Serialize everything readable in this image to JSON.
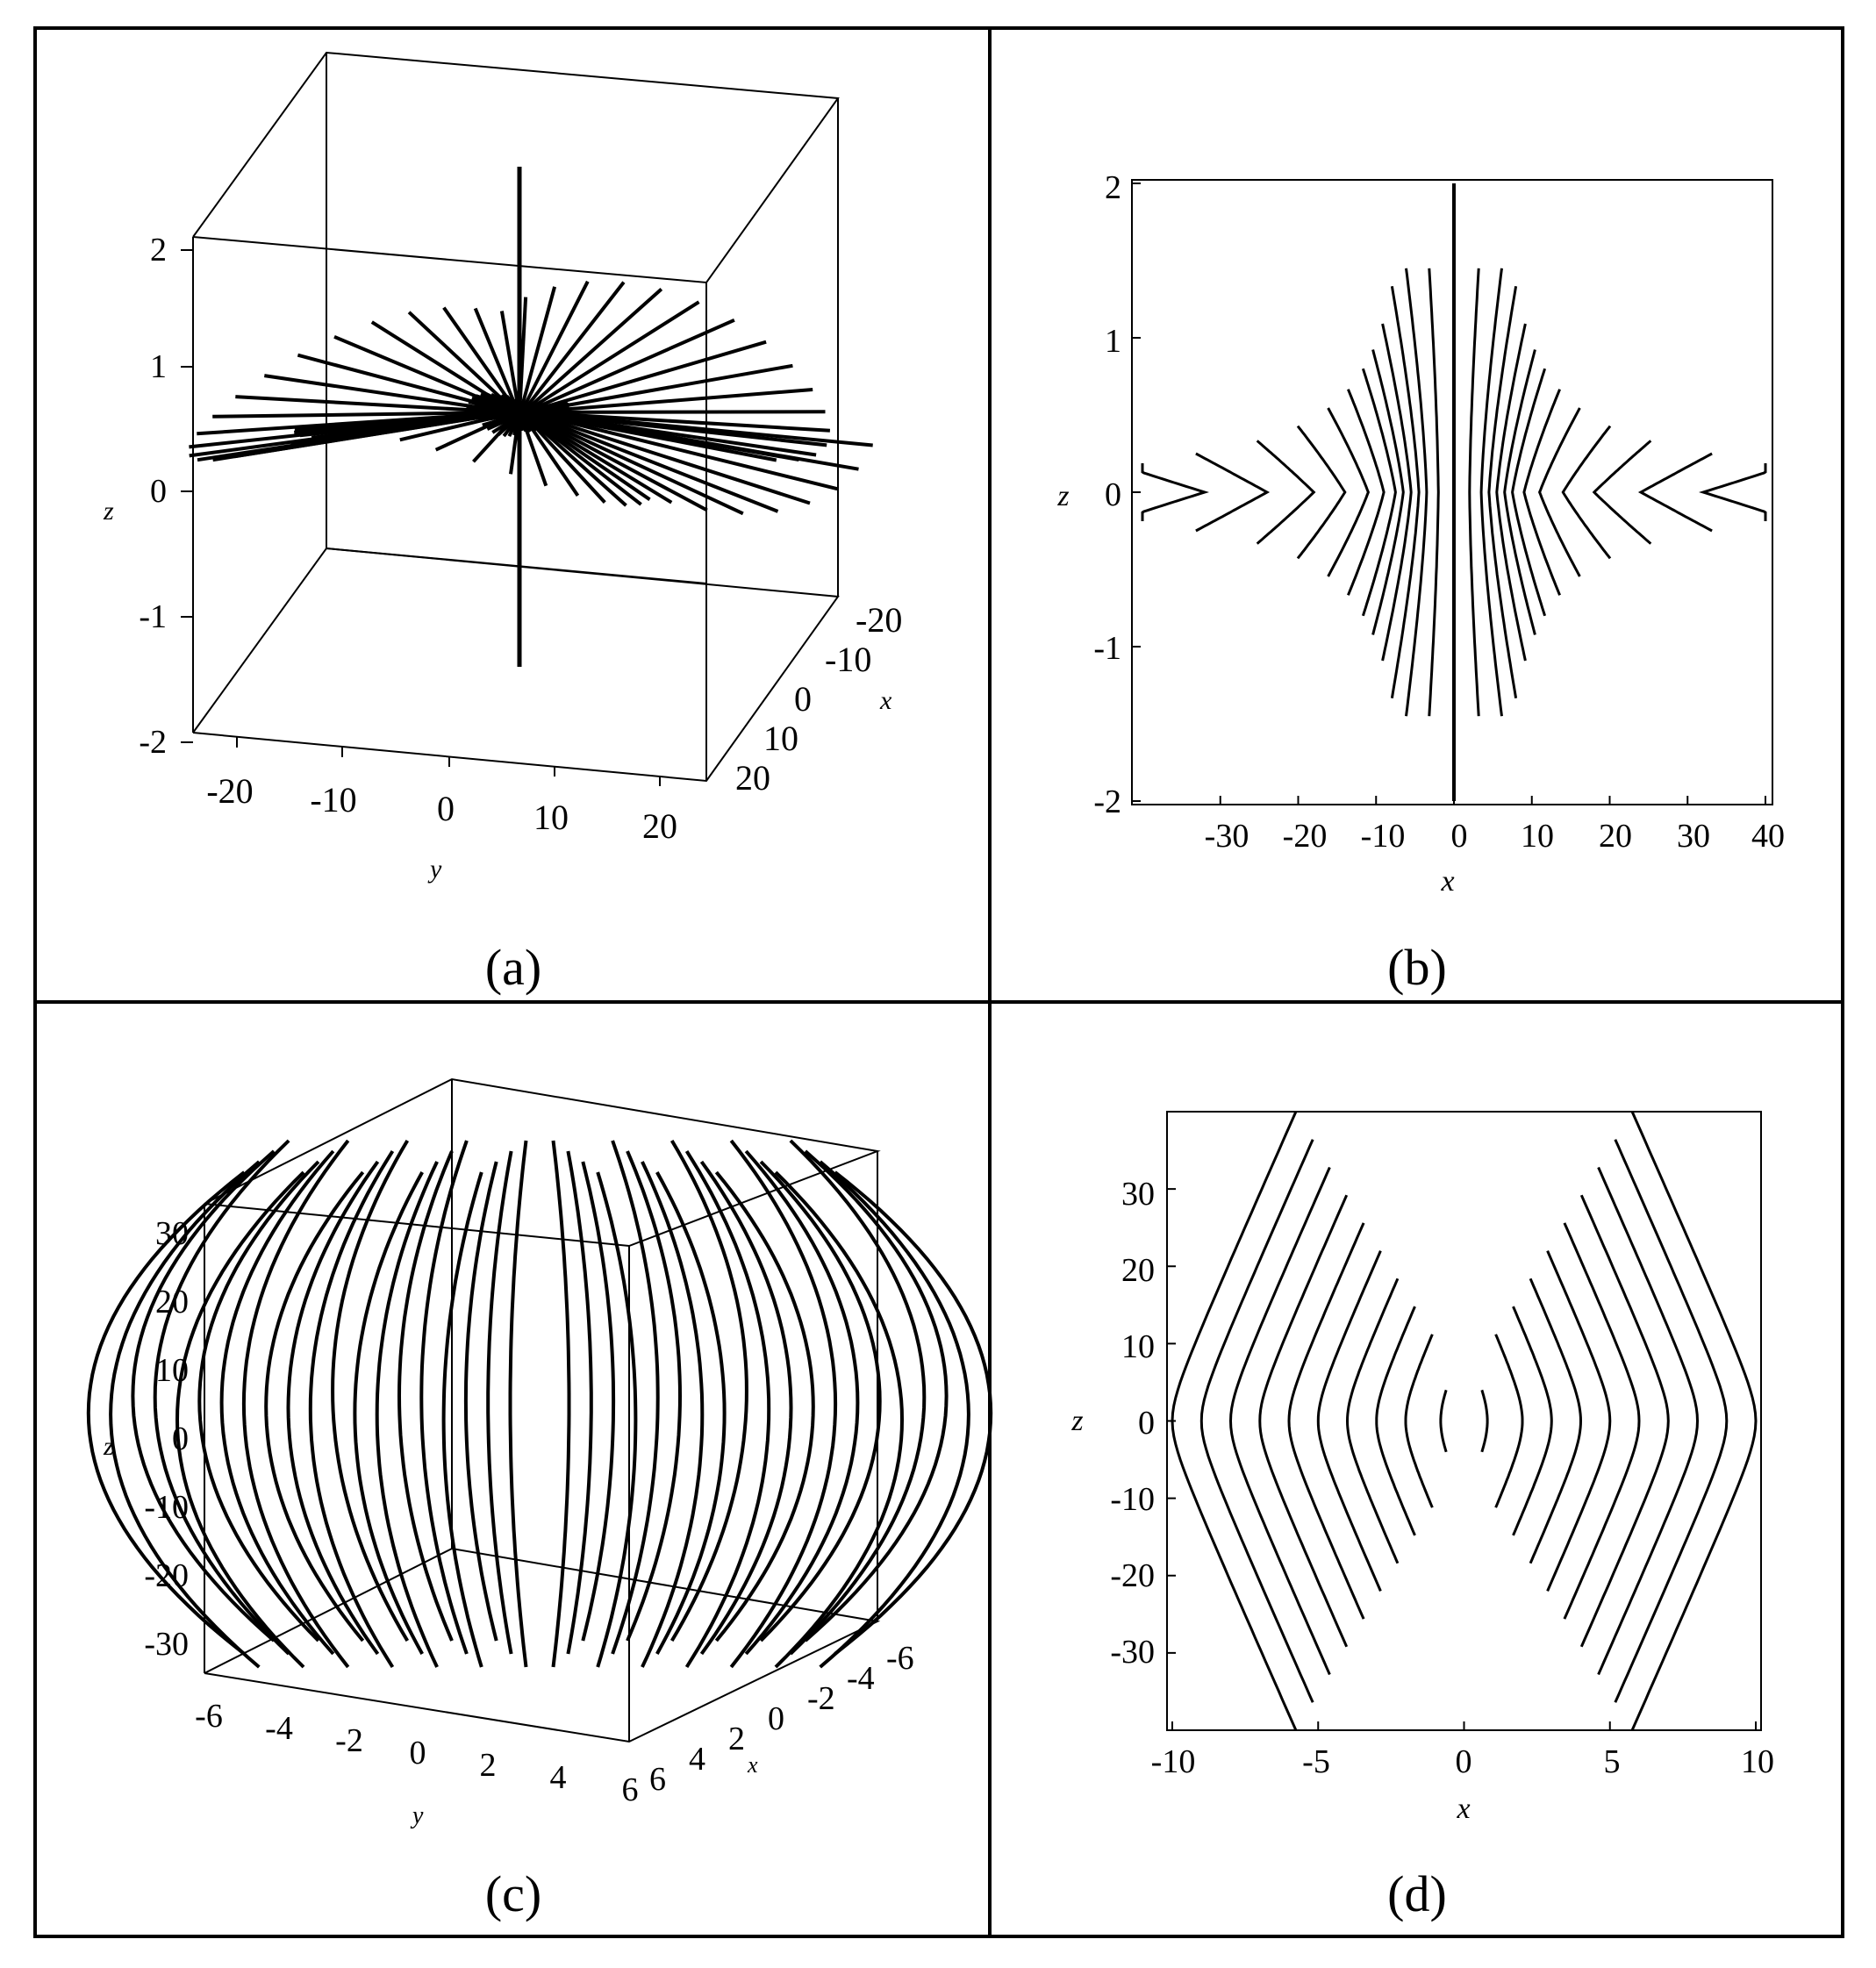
{
  "panels": {
    "a": {
      "caption": "(a)",
      "axes": {
        "x": "x",
        "y": "y",
        "z": "z"
      }
    },
    "b": {
      "caption": "(b)",
      "axes": {
        "x": "x",
        "z": "z"
      }
    },
    "c": {
      "caption": "(c)",
      "axes": {
        "x": "x",
        "y": "y",
        "z": "z"
      }
    },
    "d": {
      "caption": "(d)",
      "axes": {
        "x": "x",
        "z": "z"
      }
    }
  },
  "chart_data": [
    {
      "panel": "a",
      "type": "line",
      "projection": "3d",
      "description_of_marks": "radial straight trajectories through the origin region",
      "xlabel": "x",
      "ylabel": "y",
      "zlabel": "z",
      "xlim": [
        -25,
        25
      ],
      "ylim": [
        -25,
        25
      ],
      "zlim": [
        -2,
        2
      ],
      "x_ticks": [
        "-20",
        "-10",
        "0",
        "10",
        "20"
      ],
      "y_ticks": [
        "-20",
        "-10",
        "0",
        "10",
        "20"
      ],
      "z_ticks": [
        "2",
        "1",
        "0",
        "-1",
        "-2"
      ],
      "series_count": 60
    },
    {
      "panel": "b",
      "type": "line",
      "xlabel": "x",
      "ylabel": "z",
      "xlim": [
        -40,
        40
      ],
      "ylim": [
        -2,
        2
      ],
      "x_ticks": [
        "-30",
        "-20",
        "-10",
        "0",
        "10",
        "20",
        "30",
        "40"
      ],
      "y_ticks": [
        "2",
        "1",
        "0",
        "-1",
        "-2"
      ],
      "central_line": {
        "x": 0,
        "z": [
          -2,
          2
        ]
      },
      "hyperbola_vertices_x": [
        2,
        3.5,
        4.5,
        5.5,
        6.5,
        7.5,
        9,
        11,
        14,
        18,
        24,
        32
      ]
    },
    {
      "panel": "c",
      "type": "line",
      "projection": "3d",
      "xlabel": "x",
      "ylabel": "y",
      "zlabel": "z",
      "xlim": [
        -6,
        6
      ],
      "ylim": [
        -6,
        6
      ],
      "zlim": [
        -35,
        35
      ],
      "x_ticks": [
        "-6",
        "-4",
        "-2",
        "0",
        "2",
        "4",
        "6"
      ],
      "y_ticks": [
        "-6",
        "-4",
        "-2",
        "0",
        "2",
        "4",
        "6"
      ],
      "z_ticks": [
        "30",
        "20",
        "10",
        "0",
        "-10",
        "-20",
        "-30"
      ],
      "series_count": 40
    },
    {
      "panel": "d",
      "type": "line",
      "xlabel": "x",
      "ylabel": "z",
      "xlim": [
        -10,
        10
      ],
      "ylim": [
        -40,
        40
      ],
      "x_ticks": [
        "-10",
        "-5",
        "0",
        "5",
        "10"
      ],
      "y_ticks": [
        "30",
        "20",
        "10",
        "0",
        "-10",
        "-20",
        "-30"
      ],
      "curve_vertices_x": [
        0.8,
        2,
        3,
        4,
        5,
        6,
        7,
        8,
        9,
        10
      ],
      "asymptotic_scale": 4.2
    }
  ]
}
